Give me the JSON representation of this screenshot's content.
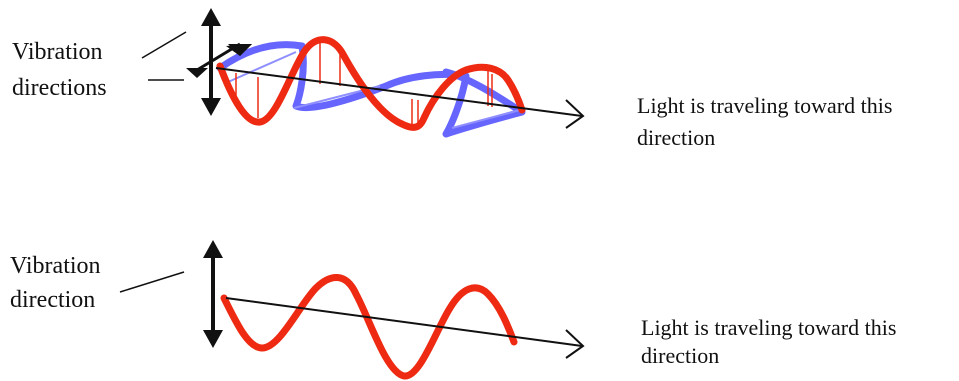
{
  "top_panel": {
    "label_line1": "Vibration",
    "label_line2": "directions",
    "caption_line1": "Light is traveling toward this",
    "caption_line2": "direction"
  },
  "bottom_panel": {
    "label_line1": "Vibration",
    "label_line2": "direction",
    "caption_line1": "Light is traveling toward this",
    "caption_line2": "direction"
  },
  "colors": {
    "wave_red": "#ee2a12",
    "wave_blue": "#6666ff",
    "axis": "#111111"
  }
}
